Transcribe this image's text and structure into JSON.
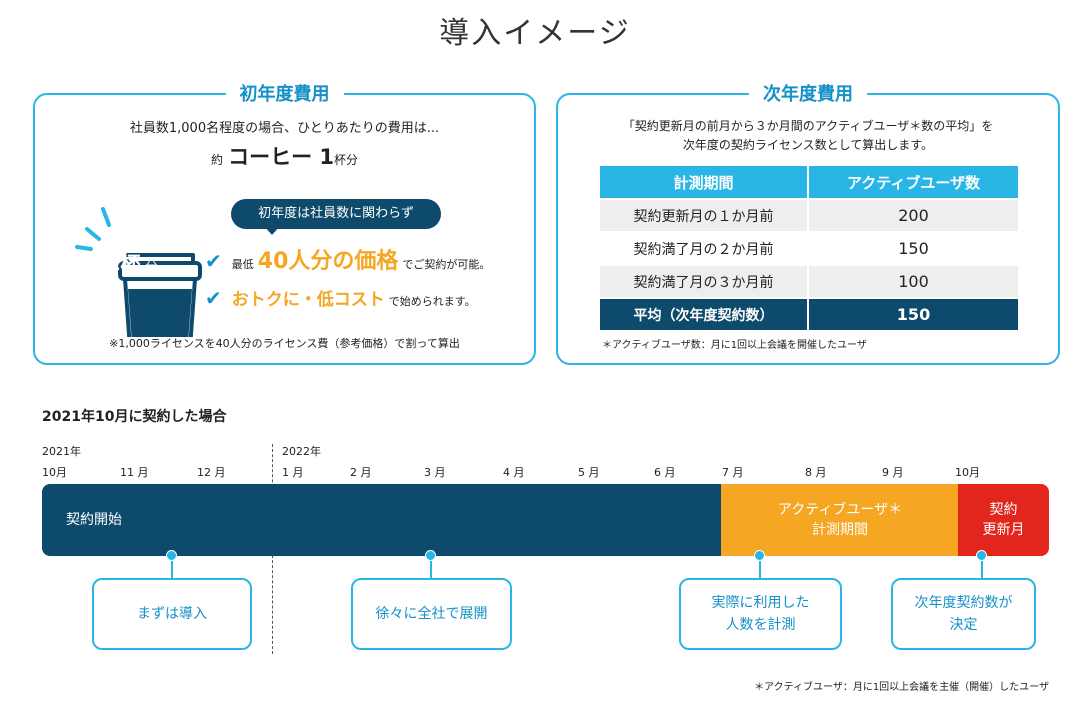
{
  "page_title": "導入イメージ",
  "left_panel": {
    "title": "初年度費用",
    "lead": "社員数1,000名程度の場合、ひとりあたりの費用は...",
    "about_prefix": "約",
    "about_main": "コーヒー 1",
    "about_suffix": "杯分",
    "cup_label_top": "コーヒー",
    "cup_label_big": "1杯",
    "cup_label_unit": "分",
    "badge": "初年度は社員数に関わらず",
    "check1_pre": "最低",
    "check1_highlight": "40人分の価格",
    "check1_post": "でご契約が可能。",
    "check2_highlight": "おトクに・低コスト",
    "check2_post": "で始められます。",
    "note": "※1,000ライセンスを40人分のライセンス費（参考価格）で割って算出",
    "check_icon": "✔"
  },
  "right_panel": {
    "title": "次年度費用",
    "lead_line1": "「契約更新月の前月から３か月間のアクティブユーザ＊数の平均」を",
    "lead_line2": "次年度の契約ライセンス数として算出します。",
    "table": {
      "headers": [
        "計測期間",
        "アクティブユーザ数"
      ],
      "rows": [
        {
          "period": "契約更新月の１か月前",
          "value": "200"
        },
        {
          "period": "契約満了月の２か月前",
          "value": "150"
        },
        {
          "period": "契約満了月の３か月前",
          "value": "100"
        }
      ],
      "average": {
        "period": "平均（次年度契約数）",
        "value": "150"
      }
    },
    "note": "＊アクティブユーザ数：月に1回以上会議を開催したユーザ"
  },
  "timeline": {
    "heading": "2021年10月に契約した場合",
    "year1": "2021年",
    "year2": "2022年",
    "months": [
      "10月",
      "11 月",
      "12 月",
      "1 月",
      "2 月",
      "3 月",
      "4 月",
      "5 月",
      "6 月",
      "7 月",
      "8 月",
      "9 月",
      "10月"
    ],
    "bar_start": "契約開始",
    "bar_measure_line1": "アクティブユーザ＊",
    "bar_measure_line2": "計測期間",
    "bar_renew_line1": "契約",
    "bar_renew_line2": "更新月",
    "callouts": [
      {
        "line1": "まずは導入",
        "line2": ""
      },
      {
        "line1": "徐々に全社で展開",
        "line2": ""
      },
      {
        "line1": "実際に利用した",
        "line2": "人数を計測"
      },
      {
        "line1": "次年度契約数が",
        "line2": "決定"
      }
    ],
    "footnote": "＊アクティブユーザ：月に1回以上会議を主催（開催）したユーザ"
  },
  "colors": {
    "cyan": "#29b6e6",
    "navy": "#0e4a6b",
    "orange": "#f5a623",
    "red": "#e2261e"
  }
}
